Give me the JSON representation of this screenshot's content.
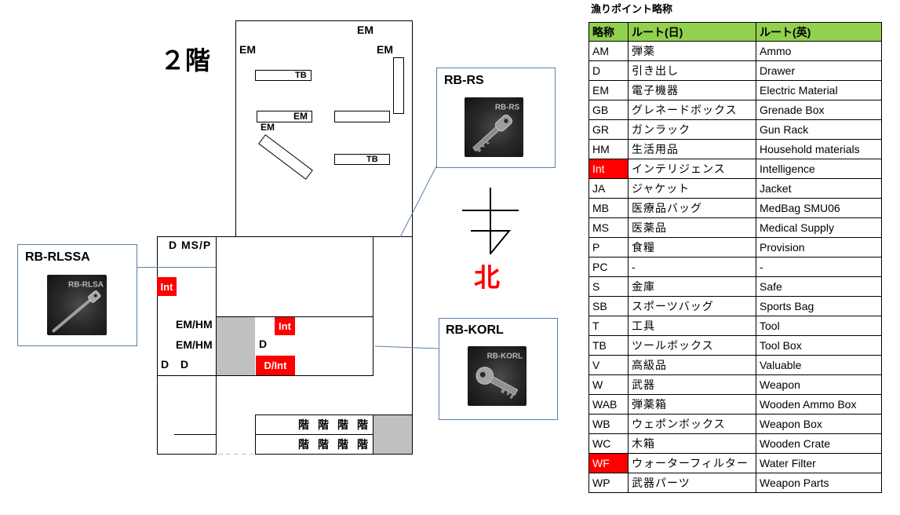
{
  "map": {
    "floor_label": "２階",
    "north_label": "北",
    "tower": {
      "em_top": "EM",
      "em_left": "EM",
      "em_right": "EM",
      "tb_upper": "TB",
      "em_shelf": "EM",
      "em_diagonal": "EM",
      "tb_lower": "TB"
    },
    "rooms": {
      "d_ms_p": "D MS/P",
      "int_left": "Int",
      "em_hm_upper": "EM/HM",
      "em_hm_lower": "EM/HM",
      "d_left_1": "D",
      "d_left_2": "D",
      "int_center": "Int",
      "d_center": "D",
      "d_int_center": "D/Int"
    },
    "stairs": {
      "row1": [
        "階",
        "階",
        "階",
        "階"
      ],
      "row2": [
        "階",
        "階",
        "階",
        "階"
      ]
    }
  },
  "callouts": {
    "rb_rs": {
      "title": "RB-RS",
      "icon": "key-icon",
      "icon_label": "RB-RS"
    },
    "rb_rlssa": {
      "title": "RB-RLSSA",
      "icon": "key-icon",
      "icon_label": "RB-RLSA"
    },
    "rb_korl": {
      "title": "RB-KORL",
      "icon": "key-icon",
      "icon_label": "RB-KORL"
    }
  },
  "legend": {
    "title": "漁りポイント略称",
    "headers": {
      "abbr": "略称",
      "ja": "ルート(日)",
      "en": "ルート(英)"
    },
    "rows": [
      {
        "abbr": "AM",
        "ja": "弾薬",
        "en": "Ammo",
        "highlighted": false
      },
      {
        "abbr": "D",
        "ja": "引き出し",
        "en": "Drawer",
        "highlighted": false
      },
      {
        "abbr": "EM",
        "ja": "電子機器",
        "en": "Electric Material",
        "highlighted": false
      },
      {
        "abbr": "GB",
        "ja": "グレネードボックス",
        "en": "Grenade Box",
        "highlighted": false
      },
      {
        "abbr": "GR",
        "ja": "ガンラック",
        "en": "Gun Rack",
        "highlighted": false
      },
      {
        "abbr": "HM",
        "ja": "生活用品",
        "en": "Household materials",
        "highlighted": false
      },
      {
        "abbr": "Int",
        "ja": "インテリジェンス",
        "en": "Intelligence",
        "highlighted": true
      },
      {
        "abbr": "JA",
        "ja": "ジャケット",
        "en": "Jacket",
        "highlighted": false
      },
      {
        "abbr": "MB",
        "ja": "医療品バッグ",
        "en": "MedBag SMU06",
        "highlighted": false
      },
      {
        "abbr": "MS",
        "ja": "医薬品",
        "en": "Medical Supply",
        "highlighted": false
      },
      {
        "abbr": "P",
        "ja": "食糧",
        "en": "Provision",
        "highlighted": false
      },
      {
        "abbr": "PC",
        "ja": "-",
        "en": "-",
        "highlighted": false
      },
      {
        "abbr": "S",
        "ja": "金庫",
        "en": "Safe",
        "highlighted": false
      },
      {
        "abbr": "SB",
        "ja": "スポーツバッグ",
        "en": "Sports Bag",
        "highlighted": false
      },
      {
        "abbr": "T",
        "ja": "工具",
        "en": "Tool",
        "highlighted": false
      },
      {
        "abbr": "TB",
        "ja": "ツールボックス",
        "en": "Tool Box",
        "highlighted": false
      },
      {
        "abbr": "V",
        "ja": "高級品",
        "en": "Valuable",
        "highlighted": false
      },
      {
        "abbr": "W",
        "ja": "武器",
        "en": "Weapon",
        "highlighted": false
      },
      {
        "abbr": "WAB",
        "ja": "弾薬箱",
        "en": "Wooden Ammo Box",
        "highlighted": false
      },
      {
        "abbr": "WB",
        "ja": "ウェポンボックス",
        "en": "Weapon Box",
        "highlighted": false
      },
      {
        "abbr": "WC",
        "ja": "木箱",
        "en": "Wooden Crate",
        "highlighted": false
      },
      {
        "abbr": "WF",
        "ja": "ウォーターフィルター",
        "en": "Water Filter",
        "highlighted": true
      },
      {
        "abbr": "WP",
        "ja": "武器パーツ",
        "en": "Weapon Parts",
        "highlighted": false
      }
    ]
  },
  "colors": {
    "highlight": "#ff0000",
    "table_header": "#92d050",
    "callout_border": "#5a80a5",
    "fixture_gray": "#c0c0c0"
  }
}
